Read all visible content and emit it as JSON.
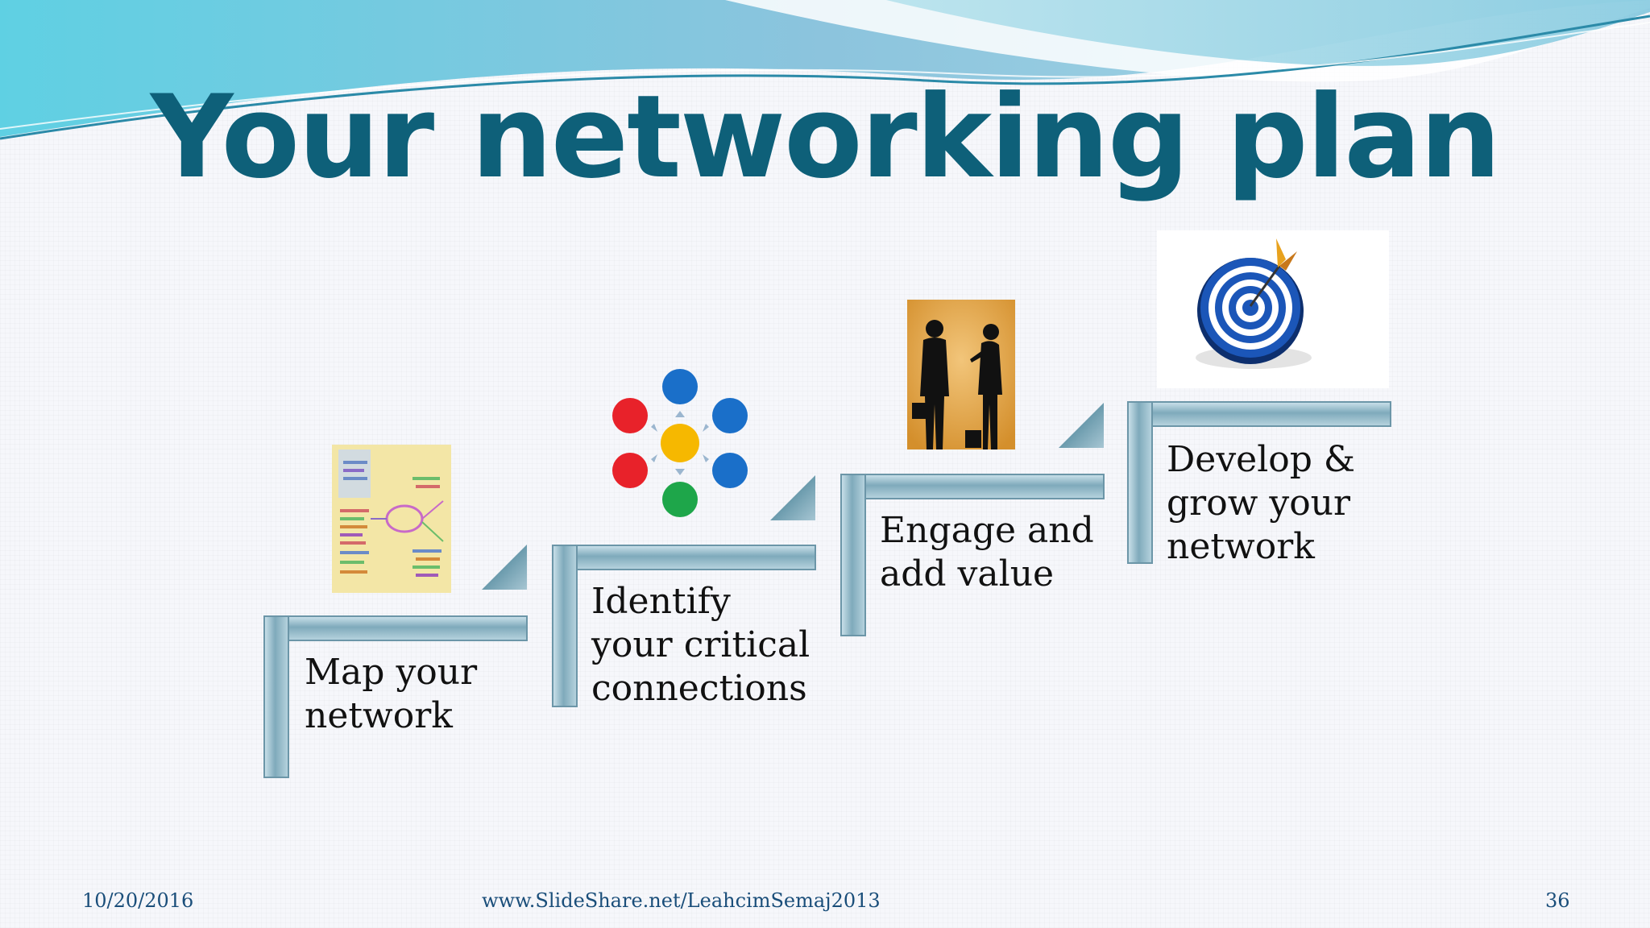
{
  "slide": {
    "title": "Your networking plan",
    "steps": [
      {
        "line1": "Map your",
        "line2": "network",
        "icon": "mind-map-image"
      },
      {
        "line1": "Identify",
        "line2": "your critical",
        "line3": "connections",
        "icon": "colored-circles-diagram"
      },
      {
        "line1": "Engage and",
        "line2": "add value",
        "icon": "business-people-silhouette"
      },
      {
        "line1": "Develop &",
        "line2": "grow your",
        "line3": "network",
        "icon": "target-dartboard"
      }
    ],
    "footer": {
      "date": "10/20/2016",
      "url": "www.SlideShare.net/LeahcimSemaj2013",
      "page": "36"
    }
  },
  "colors": {
    "title": "#0e6079",
    "accent": "#5fa6bd"
  }
}
